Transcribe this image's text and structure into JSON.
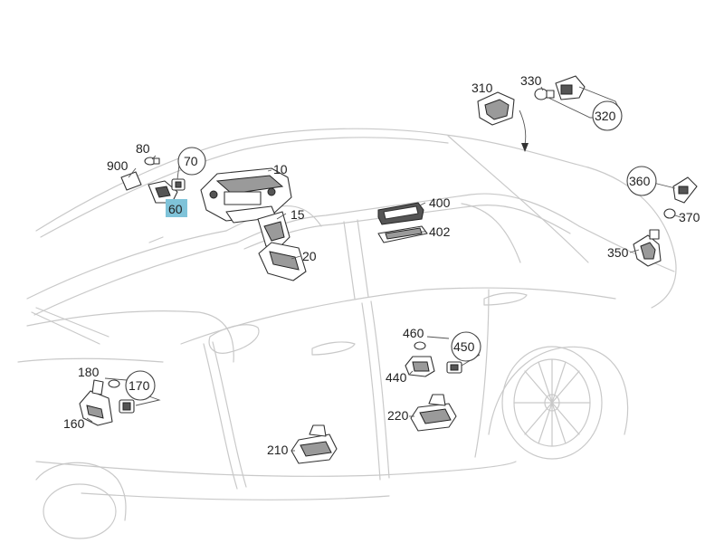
{
  "colors": {
    "highlight": "#7fc3d9",
    "line": "#c9c9c9",
    "part_stroke": "#333333"
  },
  "callouts": {
    "c10": "10",
    "c15": "15",
    "c20": "20",
    "c60": "60",
    "c70": "70",
    "c80": "80",
    "c160": "160",
    "c170": "170",
    "c180": "180",
    "c210": "210",
    "c220": "220",
    "c310": "310",
    "c320": "320",
    "c330": "330",
    "c350": "350",
    "c360": "360",
    "c370": "370",
    "c400": "400",
    "c402": "402",
    "c440": "440",
    "c450": "450",
    "c460": "460",
    "c900": "900"
  }
}
